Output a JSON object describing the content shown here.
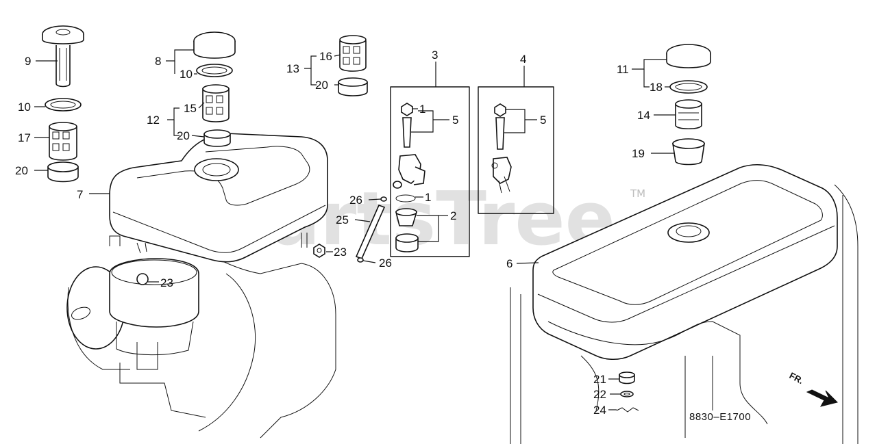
{
  "diagram": {
    "callouts": {
      "c1": "1",
      "c1b": "1",
      "c2": "2",
      "c3": "3",
      "c4": "4",
      "c5a": "5",
      "c5b": "5",
      "c6": "6",
      "c7": "7",
      "c8": "8",
      "c9": "9",
      "c10a": "10",
      "c10b": "10",
      "c11": "11",
      "c12": "12",
      "c13": "13",
      "c14": "14",
      "c15": "15",
      "c16": "16",
      "c17": "17",
      "c18": "18",
      "c19": "19",
      "c20a": "20",
      "c20b": "20",
      "c20c": "20",
      "c21": "21",
      "c22": "22",
      "c23a": "23",
      "c23b": "23",
      "c24": "24",
      "c25": "25",
      "c26a": "26",
      "c26b": "26"
    },
    "direction_label": "FR.",
    "drawing_code": "8830–E1700",
    "watermark": "PartsTree",
    "trademark": "TM"
  }
}
